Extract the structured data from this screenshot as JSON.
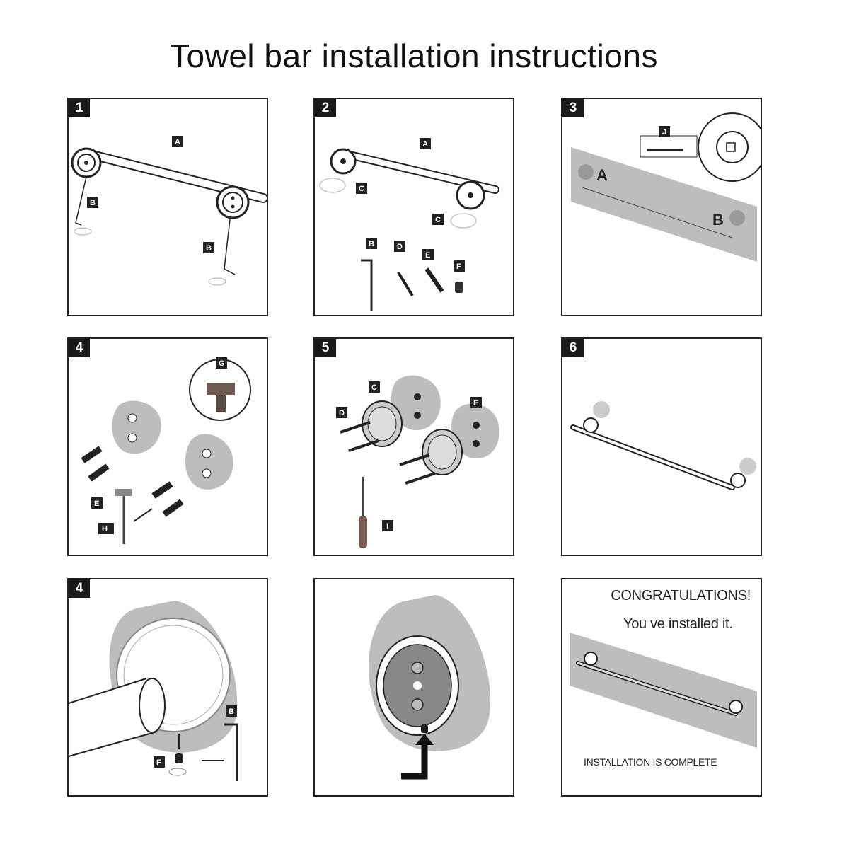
{
  "title": "Towel bar installation instructions",
  "colors": {
    "border": "#222222",
    "wall": "#bdbdbd",
    "ink": "#111111"
  },
  "panels": [
    {
      "number": "1",
      "labels": [
        "A",
        "B",
        "B"
      ]
    },
    {
      "number": "2",
      "labels": [
        "A",
        "C",
        "C",
        "B",
        "D",
        "E",
        "F"
      ]
    },
    {
      "number": "3",
      "labels": [
        "J",
        "A",
        "B"
      ]
    },
    {
      "number": "4",
      "labels": [
        "G",
        "E",
        "H"
      ]
    },
    {
      "number": "5",
      "labels": [
        "C",
        "D",
        "E",
        "I"
      ]
    },
    {
      "number": "6",
      "labels": []
    },
    {
      "number": "4",
      "labels": [
        "B",
        "F"
      ]
    },
    {
      "number": "",
      "labels": []
    },
    {
      "number": "",
      "labels": [],
      "congrats": "CONGRATULATIONS!",
      "installed": "You ve installed it.",
      "complete": "INSTALLATION IS COMPLETE"
    }
  ]
}
